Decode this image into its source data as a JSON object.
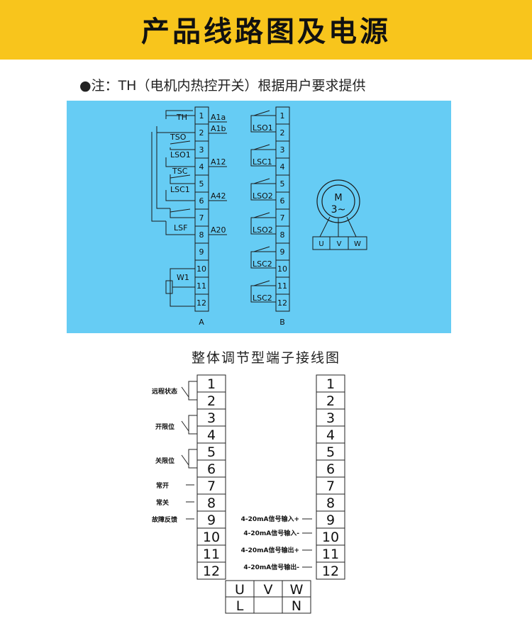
{
  "header": {
    "title": "产品线路图及电源"
  },
  "note": {
    "text": "●注：TH（电机内热控开关）根据用户要求提供"
  },
  "diagram_a": {
    "terminals": [
      "1",
      "2",
      "3",
      "4",
      "5",
      "6",
      "7",
      "8",
      "9",
      "10",
      "11",
      "12"
    ],
    "contact_labels": [
      "TH",
      "TSO",
      "LSO1",
      "TSC",
      "LSC1",
      "LSF",
      "W1"
    ],
    "side_labels": [
      "A1a",
      "A1b",
      "A12",
      "A42",
      "A20"
    ],
    "caption": "A"
  },
  "diagram_b": {
    "terminals": [
      "1",
      "2",
      "3",
      "4",
      "5",
      "6",
      "7",
      "8",
      "9",
      "10",
      "11",
      "12"
    ],
    "contact_labels": [
      "LSO1",
      "LSC1",
      "LSO2",
      "LSO2",
      "LSC2",
      "LSC2"
    ],
    "caption": "B"
  },
  "motor": {
    "top": "M",
    "bottom": "3~",
    "phases": [
      "U",
      "V",
      "W"
    ]
  },
  "section2": {
    "title": "整体调节型端子接线图",
    "left_terminals": [
      "1",
      "2",
      "3",
      "4",
      "5",
      "6",
      "7",
      "8",
      "9",
      "10",
      "11",
      "12"
    ],
    "right_terminals": [
      "1",
      "2",
      "3",
      "4",
      "5",
      "6",
      "7",
      "8",
      "9",
      "10",
      "11",
      "12"
    ],
    "left_labels": [
      "远程状态",
      "开限位",
      "关限位",
      "常开",
      "常关",
      "故障反馈"
    ],
    "right_labels": [
      "4-20mA信号输入+",
      "4-20mA信号输入-",
      "4-20mA信号输出+",
      "4-20mA信号输出-"
    ],
    "power_top": [
      "U",
      "V",
      "W"
    ],
    "power_bottom": [
      "L",
      "",
      "N"
    ]
  }
}
